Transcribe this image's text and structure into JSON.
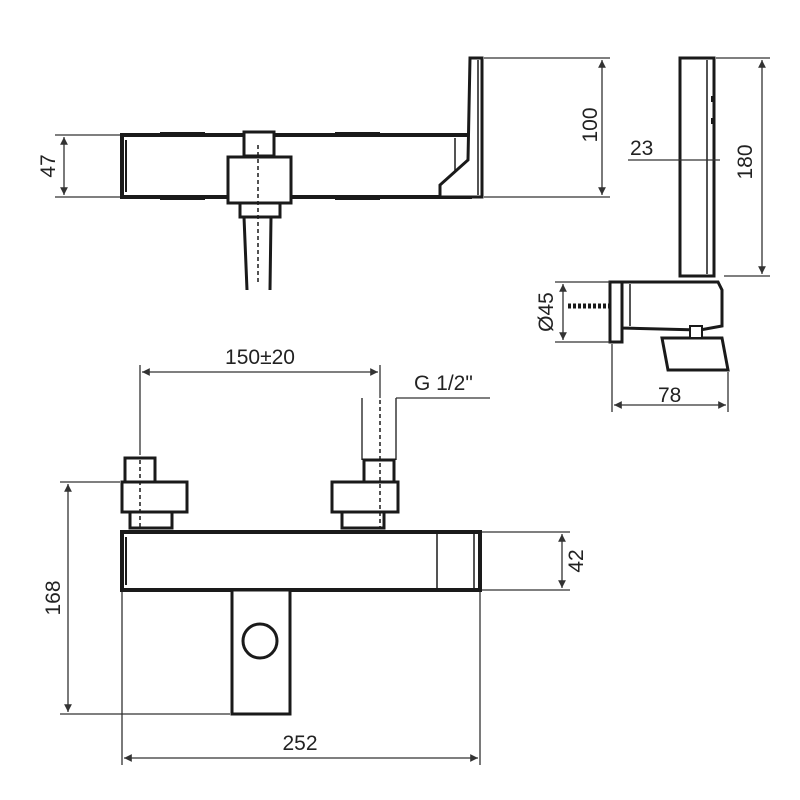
{
  "drawing": {
    "line_color": "#1a1a1a",
    "dim_color": "#333333",
    "background": "#ffffff"
  },
  "dimensions": {
    "top_body_height": "47",
    "top_bracket_height": "100",
    "side_handshower_width": "23",
    "side_handshower_length": "180",
    "side_holder_diameter": "Ø45",
    "side_holder_depth": "78",
    "inlet_spacing": "150±20",
    "inlet_thread": "G 1/2\"",
    "body_height": "42",
    "total_height": "168",
    "total_width": "252"
  }
}
